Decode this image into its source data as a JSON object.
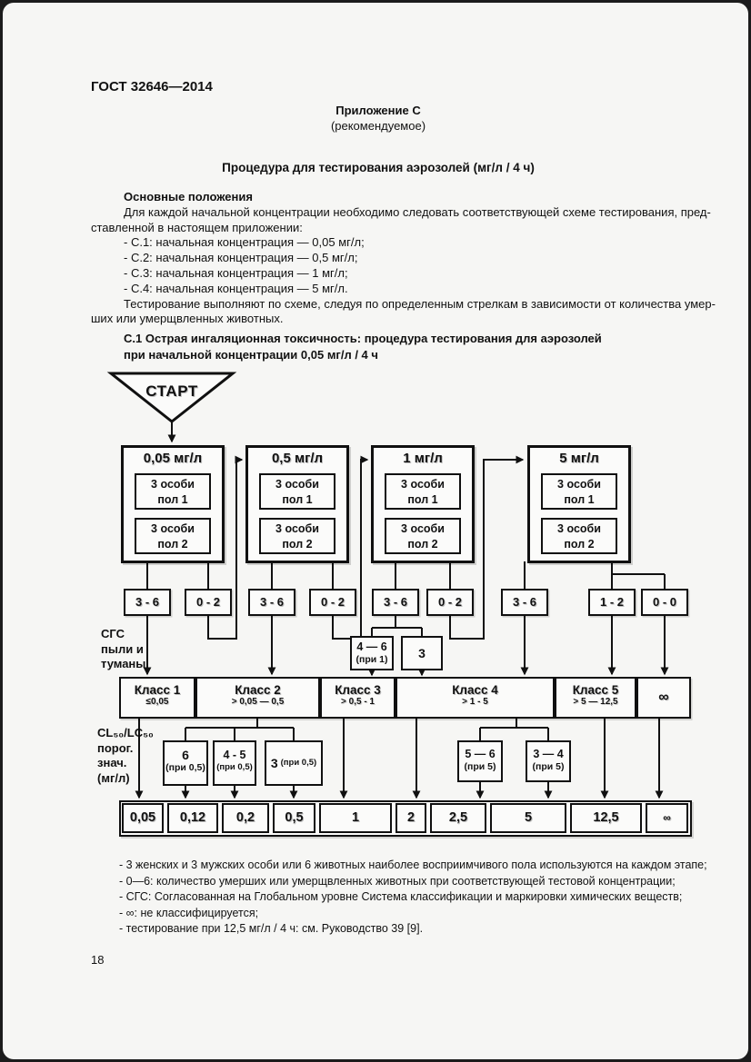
{
  "doc": {
    "number": "ГОСТ 32646—2014",
    "page_number": "18"
  },
  "appendix": {
    "label": "Приложение С",
    "type_note": "(рекомендуемое)",
    "title": "Процедура для тестирования аэрозолей (мг/л / 4 ч)"
  },
  "intro": {
    "heading": "Основные положения",
    "para1_line1": "Для каждой начальной концентрации необходимо следовать соответствующей схеме тестирования, пред-",
    "para1_line2": "ставленной в настоящем приложении:",
    "items": [
      "- С.1: начальная концентрация — 0,05 мг/л;",
      "- С.2: начальная концентрация — 0,5 мг/л;",
      "- С.3: начальная концентрация — 1 мг/л;",
      "- С.4: начальная концентрация — 5 мг/л."
    ],
    "para2_line1": "Тестирование выполняют по схеме, следуя по определенным стрелкам в зависимости от количества умер-",
    "para2_line2": "ших или умерщвленных животных."
  },
  "section_c1": {
    "heading_line1": "С.1 Острая ингаляционная токсичность: процедура тестирования для аэрозолей",
    "heading_line2": "при начальной концентрации 0,05 мг/л / 4 ч"
  },
  "flowchart": {
    "start_label": "СТАРТ",
    "dose_boxes": [
      {
        "title": "0,05 мг/л",
        "sub1_line1": "3 особи",
        "sub1_line2": "пол 1",
        "sub2_line1": "3 особи",
        "sub2_line2": "пол 2"
      },
      {
        "title": "0,5 мг/л",
        "sub1_line1": "3 особи",
        "sub1_line2": "пол 1",
        "sub2_line1": "3 особи",
        "sub2_line2": "пол 2"
      },
      {
        "title": "1 мг/л",
        "sub1_line1": "3 особи",
        "sub1_line2": "пол 1",
        "sub2_line1": "3 особи",
        "sub2_line2": "пол 2"
      },
      {
        "title": "5 мг/л",
        "sub1_line1": "3 особи",
        "sub1_line2": "пол 1",
        "sub2_line1": "3 особи",
        "sub2_line2": "пол 2"
      }
    ],
    "outcome_boxes": [
      "3 - 6",
      "0 - 2",
      "3 - 6",
      "0 - 2",
      "3 - 6",
      "0 - 2",
      "3 - 6",
      "1 - 2",
      "0 - 0"
    ],
    "mid_boxes": [
      {
        "line1": "4 — 6",
        "line2": "(при 1)"
      },
      {
        "line1": "3",
        "line2": ""
      }
    ],
    "class_boxes": [
      {
        "name": "Класс 1",
        "range": "≤0,05"
      },
      {
        "name": "Класс 2",
        "range": "> 0,05 — 0,5"
      },
      {
        "name": "Класс 3",
        "range": "> 0,5 - 1"
      },
      {
        "name": "Класс 4",
        "range": "> 1 - 5"
      },
      {
        "name": "Класс 5",
        "range": "> 5 — 12,5"
      },
      {
        "name": "∞",
        "range": ""
      }
    ],
    "threshold_boxes_class2": [
      {
        "line1": "6",
        "line2": "(при 0,5)"
      },
      {
        "line1": "4 - 5",
        "line2": "(при 0,5)"
      },
      {
        "line1": "3",
        "line2": "(при 0,5)"
      }
    ],
    "threshold_boxes_class4": [
      {
        "line1": "5 — 6",
        "line2": "(при 5)"
      },
      {
        "line1": "3 — 4",
        "line2": "(при 5)"
      }
    ],
    "final_values": [
      "0,05",
      "0,12",
      "0,2",
      "0,5",
      "1",
      "2",
      "2,5",
      "5",
      "12,5",
      "∞"
    ],
    "label_sgs_lines": [
      "СГС",
      "пыли и",
      "туманы"
    ],
    "label_cl_lines": [
      "CL₅₀/LC₅₀",
      "порог.",
      "знач.",
      "(мг/л)"
    ]
  },
  "footnotes": [
    "- 3 женских и 3 мужских особи или 6 животных наиболее восприимчивого пола используются на каждом этапе;",
    "- 0—6: количество умерших или умерщвленных животных при соответствующей тестовой концентрации;",
    "- СГС: Согласованная на Глобальном уровне Система классификации и маркировки химических веществ;",
    "- ∞: не классифицируется;",
    "- тестирование при 12,5 мг/л / 4 ч: см. Руководство 39 [9]."
  ],
  "colors": {
    "ink": "#111111",
    "page_bg": "#f6f6f4",
    "box_bg": "#fbfbfa"
  }
}
